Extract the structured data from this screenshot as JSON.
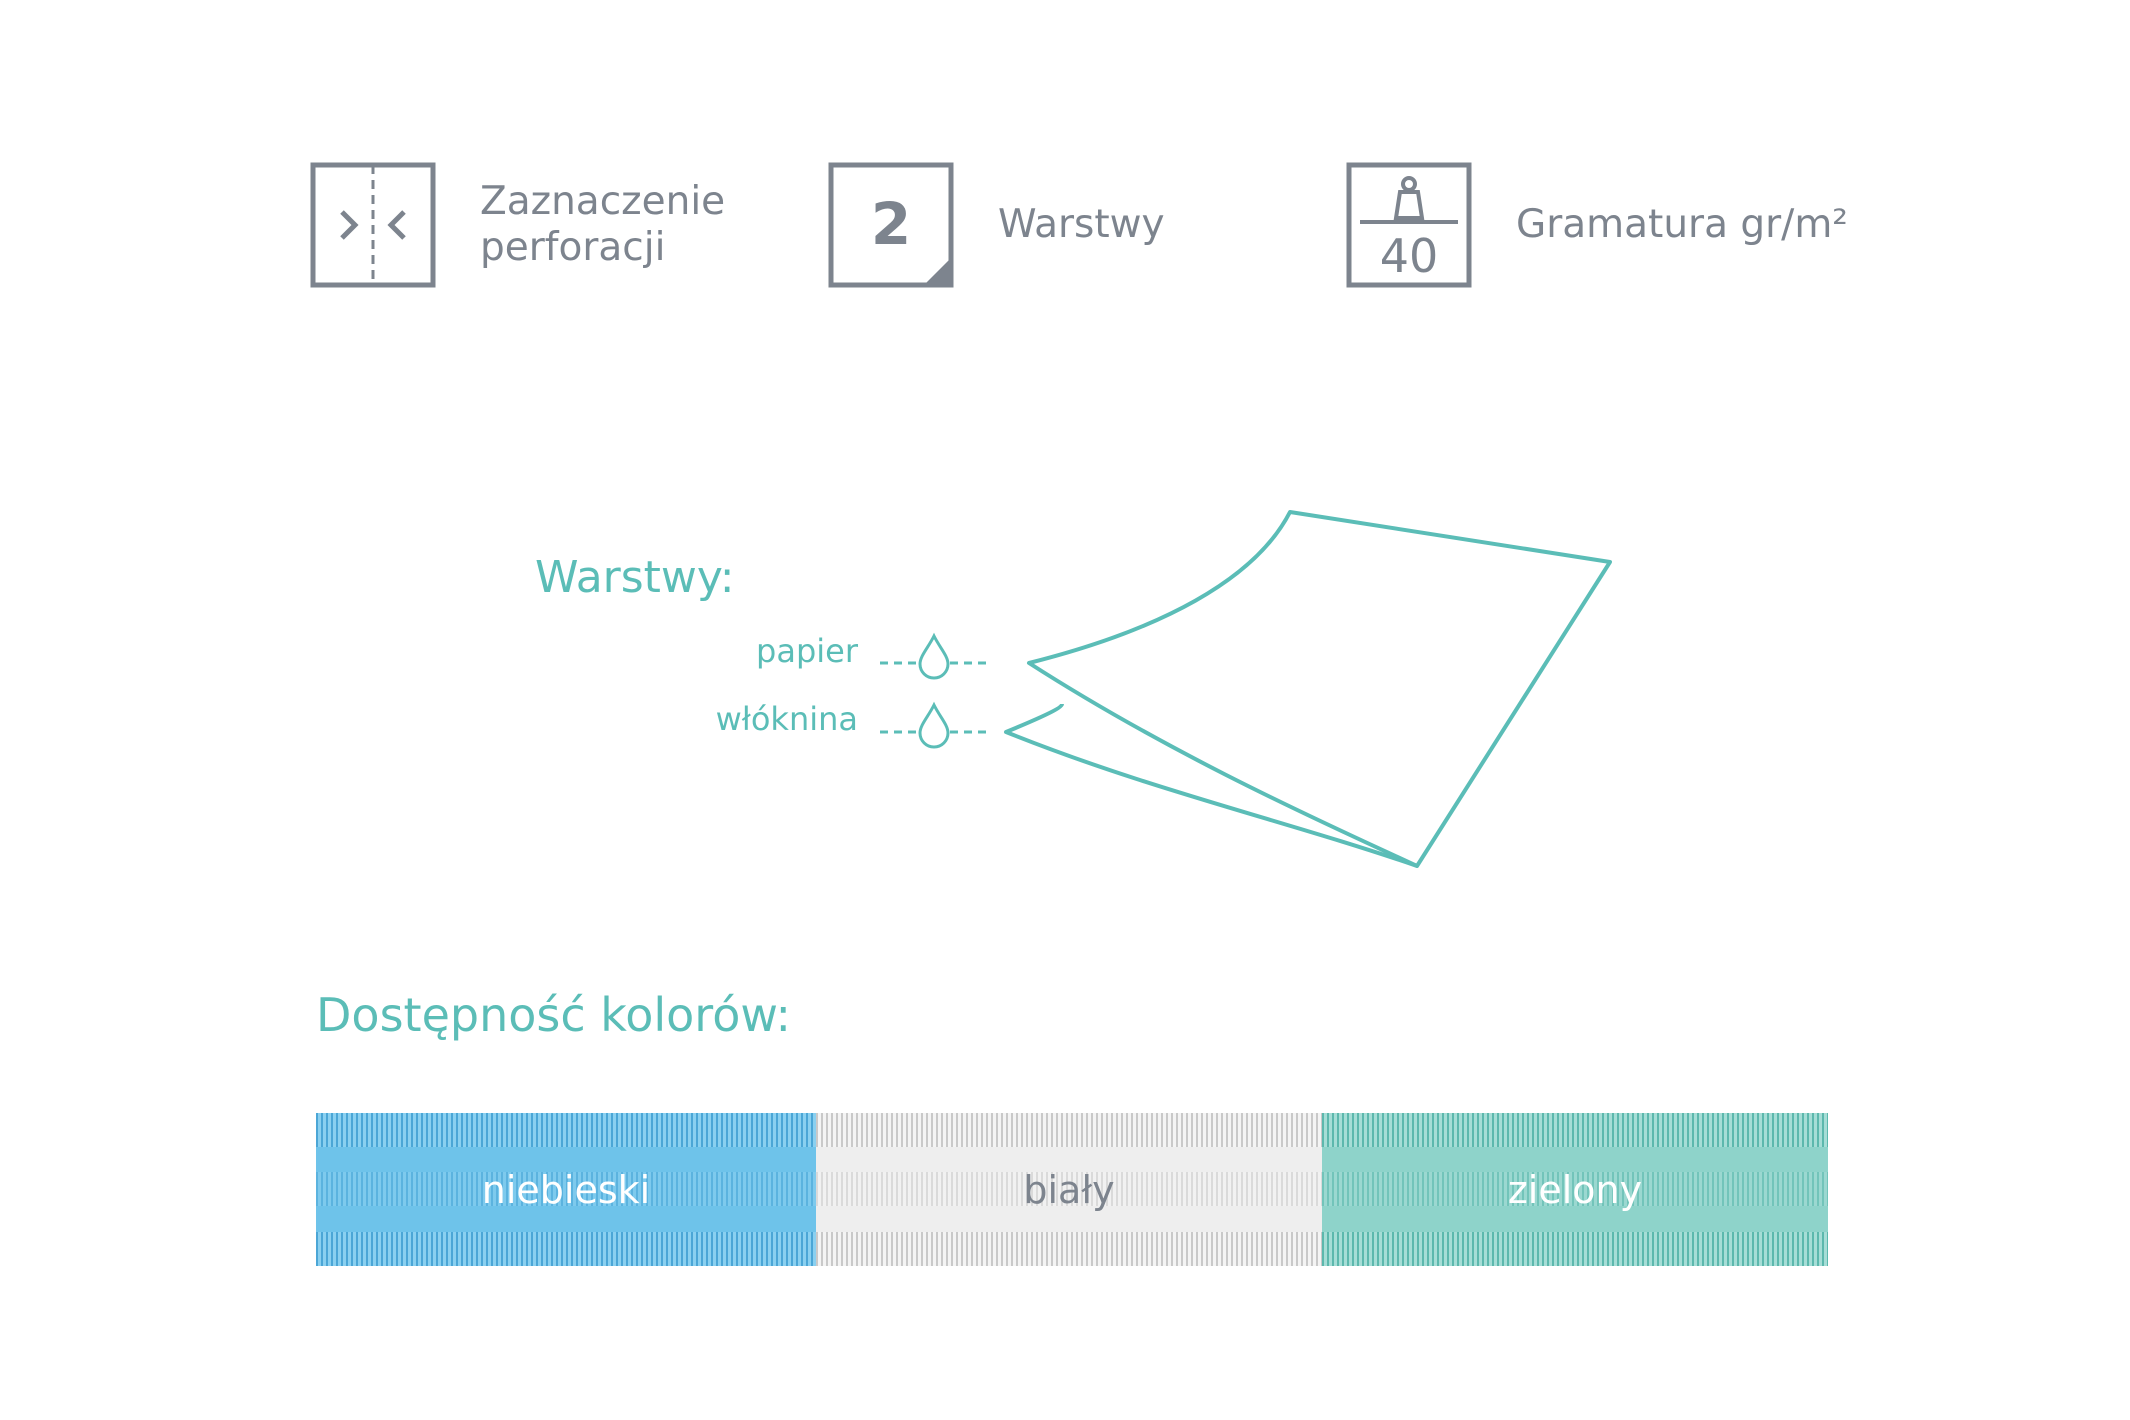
{
  "features": [
    {
      "icon": "perforation-icon",
      "label": "Zaznaczenie\nperforacji"
    },
    {
      "icon": "layers-count-icon",
      "icon_text": "2",
      "label": "Warstwy"
    },
    {
      "icon": "weight-icon",
      "icon_text": "40",
      "label": "Gramatura gr/m²"
    }
  ],
  "layers": {
    "title": "Warstwy:",
    "items": [
      "papier",
      "włóknina"
    ]
  },
  "colors": {
    "title": "Dostępność kolorów:",
    "swatches": [
      {
        "label": "niebieski",
        "color": "#6ec3ea"
      },
      {
        "label": "biały",
        "color": "#eeeeee"
      },
      {
        "label": "zielony",
        "color": "#8ed3ca"
      }
    ]
  },
  "palette": {
    "icon_gray": "#7d848e",
    "accent_teal": "#5bbdb7"
  }
}
